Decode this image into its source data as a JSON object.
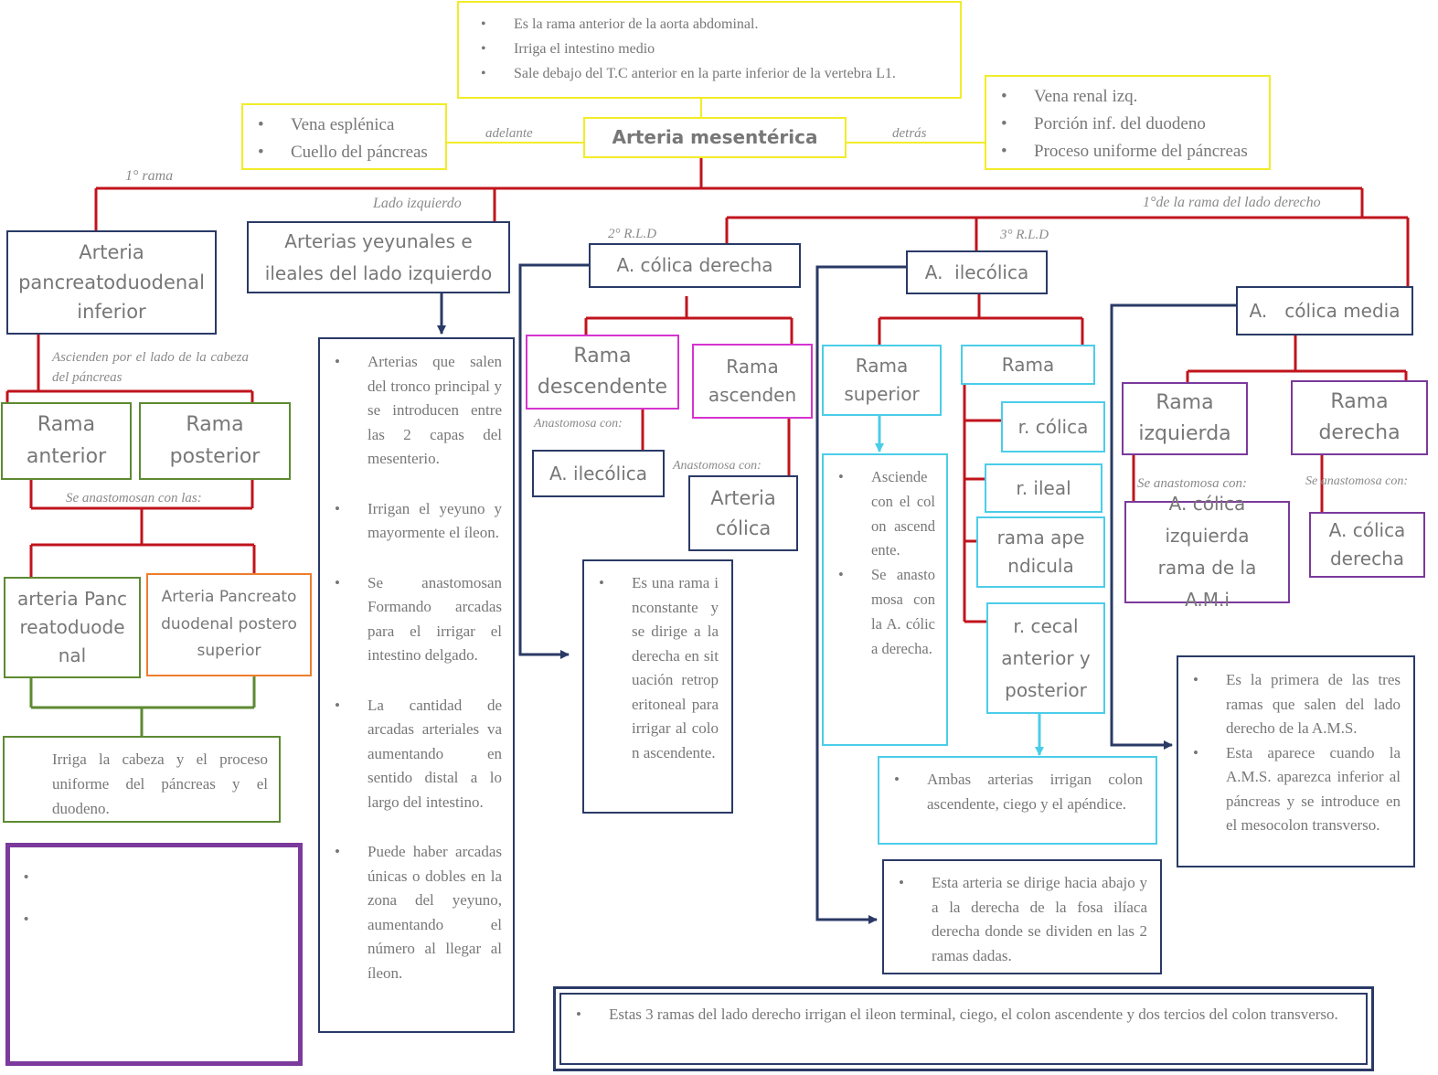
{
  "top_info": [
    "Es la rama anterior de la aorta abdominal.",
    "Irriga el intestino medio",
    "Sale debajo del T.C anterior en la parte inferior de la vertebra L1."
  ],
  "center_title": "Arteria mesentérica",
  "front": {
    "label": "adelante",
    "items": [
      "Vena esplénica",
      "Cuello del páncreas"
    ]
  },
  "behind": {
    "label": "detrás",
    "items": [
      "Vena renal izq.",
      "Porción inf. del duodeno",
      "Proceso uniforme del páncreas"
    ]
  },
  "left_branch": {
    "label": "1° rama",
    "title": "Arteria pancreatoduodenal inferior",
    "ascend_note": "Ascienden por el lado de la cabeza del páncreas",
    "rama_anterior": "Rama anterior",
    "rama_posterior": "Rama posterior",
    "anastomosan": "Se anastomosan con las:",
    "arteria_pd": "arteria Pancreatoduodenal",
    "arteria_pdps": "Arteria Pancreatoduodenal posterosuperior",
    "irriga": "Irriga la cabeza y el proceso uniforme del páncreas y el duodeno."
  },
  "yeyunales": {
    "label": "Lado izquierdo",
    "title": "Arterias yeyunales e ileales del lado izquierdo",
    "items": [
      "Arterias que salen del tronco principal y se introducen entre las 2 capas del mesenterio.",
      "Irrigan el yeyuno y mayormente el íleon.",
      "Se anastomosan Formando arcadas para el irrigar el intestino delgado.",
      "La cantidad de arcadas arteriales va aumentando en sentido distal a lo largo del intestino.",
      "Puede haber arcadas únicas o dobles en la zona del yeyuno, aumentando el número al llegar al íleon."
    ]
  },
  "right_side_label": "1°de la rama del lado derecho",
  "colica_derecha": {
    "label": "2° R.L.D",
    "title": "A. cólica derecha",
    "descendente": "Rama descendente",
    "ascendente": "Rama ascenden",
    "anast1": "Anastomosa con:",
    "ileocolica_box": "A. ilecólica",
    "anast2": "Anastomosa con:",
    "arteria_colica": "Arteria cólica",
    "info": "Es una rama inconstante y se dirige a la derecha en situación retroperitoneal para irrigar al colon ascendente."
  },
  "ileocolica": {
    "label": "3° R.L.D",
    "title": "A.  ilecólica",
    "rama_superior": "Rama superior",
    "rama": "Rama",
    "r_colica": "r. cólica",
    "r_ileal": "r. ileal",
    "rama_apendicular": "rama apendicula",
    "r_cecal": "r. cecal anterior y posterior",
    "asciende": [
      "Asciende con el colon ascendente.",
      "Se anastomosa con la A. cólica derecha."
    ],
    "ambas": "Ambas arterias irrigan colon ascendente, ciego y el apéndice.",
    "esta": "Esta arteria se dirige hacia abajo y a la derecha de la fosa ilíaca derecha donde se dividen en las 2 ramas dadas."
  },
  "colica_media": {
    "title": "A.   cólica media",
    "rama_izquierda": "Rama izquierda",
    "rama_derecha": "Rama derecha",
    "anast_izq": "Se anastomosa con:",
    "anast_der": "Se anastomosa con:",
    "izq_target": "A. cólica izquierda rama de la A.M.i",
    "der_target": "A. cólica derecha",
    "info": [
      "Es la primera de las tres ramas que salen del lado derecho de la A.M.S.",
      "Esta aparece cuando la A.M.S. aparezca inferior al páncreas y se introduce en el mesocolon transverso."
    ]
  },
  "bottom": "Estas 3 ramas del lado derecho irrigan el ileon terminal, ciego, el colon ascendente y dos tercios del colon transverso.",
  "colors": {
    "red": "#c0141c",
    "navy": "#2a3a66",
    "green": "#5d8a32",
    "cyan": "#4bcde9",
    "yellow": "#f2ec28",
    "purple": "#7b3a9c",
    "pink": "#d633cf",
    "orange": "#ee7d2e"
  }
}
